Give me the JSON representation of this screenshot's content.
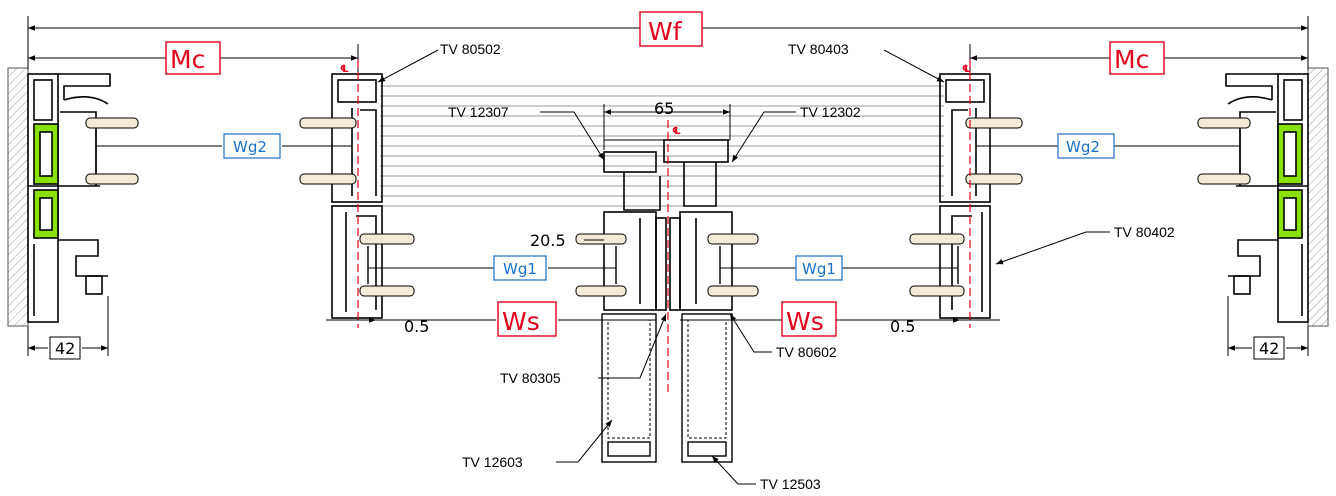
{
  "dimensions": {
    "overall_width": "Wf",
    "mullion_center_left": "Mc",
    "mullion_center_right": "Mc",
    "glass_width_outer_left": "Wg2",
    "glass_width_outer_right": "Wg2",
    "glass_width_sash_left": "Wg1",
    "glass_width_sash_right": "Wg1",
    "sash_width_left": "Ws",
    "sash_width_right": "Ws",
    "interlock_width": "65",
    "interlock_offset": "20.5",
    "overlap_left": "0.5",
    "overlap_right": "0.5",
    "frame_depth_left": "42",
    "frame_depth_right": "42",
    "centerline_symbol": "℄"
  },
  "profiles": {
    "p80502": "TV 80502",
    "p80403": "TV 80403",
    "p12307": "TV 12307",
    "p12302": "TV 12302",
    "p80402": "TV 80402",
    "p80602": "TV 80602",
    "p80305": "TV 80305",
    "p12603": "TV 12603",
    "p12503": "TV 12503"
  },
  "colors": {
    "tag_red": "#e3001b",
    "tag_blue": "#1a6fc9",
    "gasket_green": "#8ae000",
    "glass_beige": "#f3ead7",
    "wall_hatch": "#9a9a9a"
  }
}
